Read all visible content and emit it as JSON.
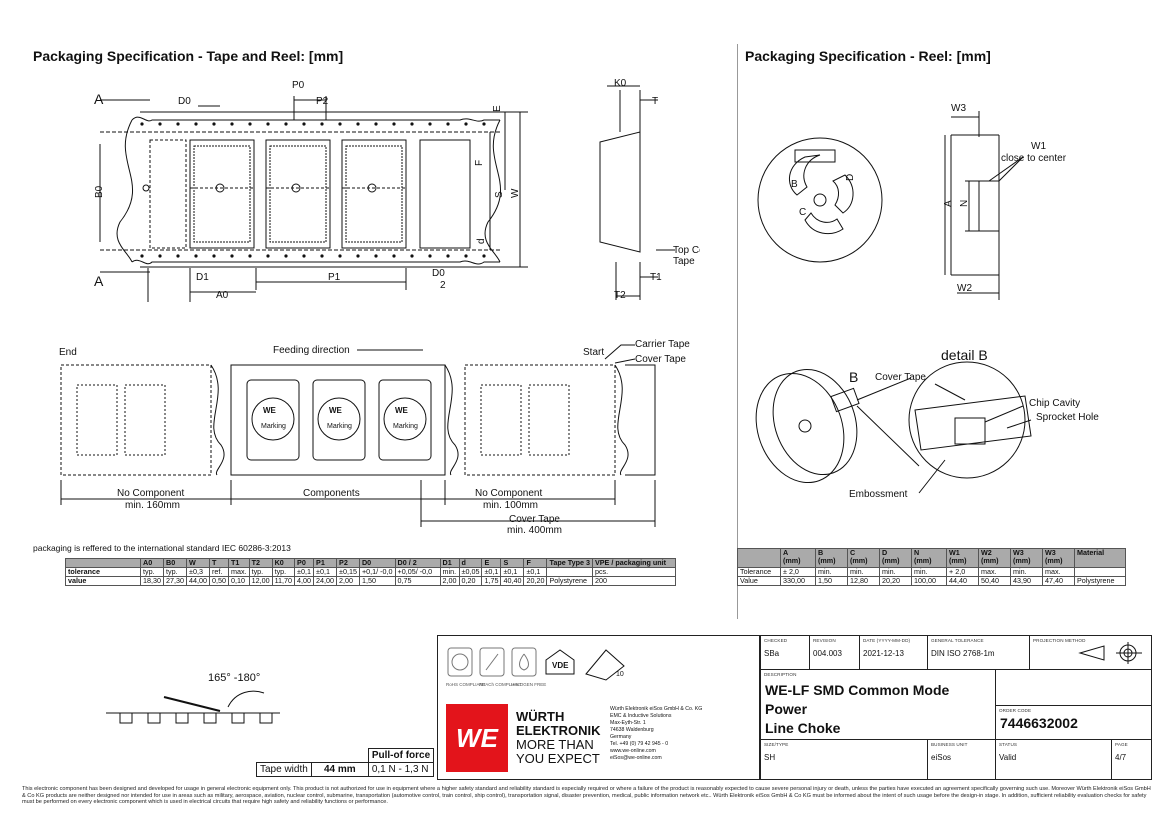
{
  "left_title": "Packaging Specification - Tape and Reel: [mm]",
  "right_title": "Packaging Specification - Reel: [mm]",
  "tape_drawing": {
    "A_top": "A",
    "A_bottom": "A",
    "D0_top": "D0",
    "P0": "P0",
    "P2": "P2",
    "E": "E",
    "F": "F",
    "S": "S",
    "W": "W",
    "d": "d",
    "B0": "B0",
    "D1": "D1",
    "A0": "A0",
    "P1": "P1",
    "D0_bot": "D0",
    "half": "2",
    "K0": "K0",
    "T": "T",
    "T1": "T1",
    "T2": "T2",
    "top_cover_tape_1": "Top Cover",
    "top_cover_tape_2": "Tape"
  },
  "feed_drawing": {
    "end": "End",
    "feeding": "Feeding direction",
    "start": "Start",
    "carrier_tape": "Carrier Tape",
    "cover_tape": "Cover Tape",
    "we_mark": "WE",
    "marking": "Marking",
    "no_component_1": "No Component",
    "min_160": "min. 160mm",
    "components": "Components",
    "no_component_2": "No Component",
    "min_100": "min. 100mm",
    "cover_tape_len": "Cover Tape",
    "min_400": "min. 400mm"
  },
  "spec_note": "packaging is reffered to the international standard IEC 60286-3:2013",
  "spec_table": {
    "headers": [
      "",
      "A0",
      "B0",
      "W",
      "T",
      "T1",
      "T2",
      "K0",
      "P0",
      "P1",
      "P2",
      "D0",
      "D0 / 2",
      "D1",
      "d",
      "E",
      "S",
      "F",
      "Tape Type 3",
      "VPE / packaging unit"
    ],
    "rows": [
      [
        "tolerance",
        "typ.",
        "typ.",
        "±0,3",
        "ref.",
        "max.",
        "typ.",
        "typ.",
        "±0,1",
        "±0,1",
        "±0,15",
        "+0,1/ -0,0",
        "+0,05/ -0,0",
        "min.",
        "±0,05",
        "±0,1",
        "±0,1",
        "±0,1",
        "",
        "pcs."
      ],
      [
        "value",
        "18,30",
        "27,30",
        "44,00",
        "0,50",
        "0,10",
        "12,00",
        "11,70",
        "4,00",
        "24,00",
        "2,00",
        "1,50",
        "0,75",
        "2,00",
        "0,20",
        "1,75",
        "40,40",
        "20,20",
        "Polystyrene",
        "200"
      ]
    ]
  },
  "reel_drawing": {
    "W3": "W3",
    "W1": "W1",
    "close_center": "close to center",
    "A": "A",
    "N": "N",
    "W2": "W2",
    "B": "B",
    "C": "C",
    "D": "D",
    "B_label": "B",
    "detail_b": "detail B",
    "cover_tape": "Cover Tape",
    "chip_cavity": "Chip Cavity",
    "sprocket_hole": "Sprocket Hole",
    "embossment": "Embossment"
  },
  "reel_table": {
    "headers": [
      "",
      "A\n(mm)",
      "B\n(mm)",
      "C\n(mm)",
      "D\n(mm)",
      "N\n(mm)",
      "W1\n(mm)",
      "W2\n(mm)",
      "W3\n(mm)",
      "W3\n(mm)",
      "Material"
    ],
    "rows": [
      [
        "Tolerance",
        "± 2,0",
        "min.",
        "min.",
        "min.",
        "min.",
        "+ 2,0",
        "max.",
        "min.",
        "max.",
        ""
      ],
      [
        "Value",
        "330,00",
        "1,50",
        "12,80",
        "20,20",
        "100,00",
        "44,40",
        "50,40",
        "43,90",
        "47,40",
        "Polystyrene"
      ]
    ]
  },
  "peel": {
    "angle": "165° -180°",
    "pull_force": "Pull-of force",
    "tape_width": "Tape width",
    "width_val": "44 mm",
    "force_val": "0,1 N - 1,3 N"
  },
  "title_block": {
    "checked_lbl": "CHECKED",
    "checked": "SBa",
    "revision_lbl": "REVISION",
    "revision": "004.003",
    "date_lbl": "DATE (YYYY-MM-DD)",
    "date": "2021-12-13",
    "tolerance_lbl": "GENERAL TOLERANCE",
    "tolerance": "DIN ISO 2768-1m",
    "projection_lbl": "PROJECTION METHOD",
    "description_lbl": "DESCRIPTION",
    "description_1": "WE-LF SMD Common Mode Power",
    "description_2": "Line Choke",
    "order_lbl": "ORDER CODE",
    "order": "7446632002",
    "size_lbl": "SIZE/TYPE",
    "size": "SH",
    "bu_lbl": "BUSINESS UNIT",
    "bu": "eiSos",
    "status_lbl": "STATUS",
    "status": "Valid",
    "page_lbl": "PAGE",
    "page": "4/7",
    "rohs": "RoHS COMPLIANT",
    "reach": "REACh COMPLIANT",
    "halogen": "HALOGEN FREE",
    "vde": "VDE",
    "cert_num": "10",
    "brand_1": "WÜRTH",
    "brand_2": "ELEKTRONIK",
    "brand_3": "MORE THAN",
    "brand_4": "YOU EXPECT",
    "address": [
      "Würth Elektronik eiSos GmbH & Co. KG",
      "EMC & Inductive Solutions",
      "Max-Eyth-Str. 1",
      "74638 Waldenburg",
      "Germany",
      "Tel. +49 (0) 79 42 945 - 0",
      "www.we-online.com",
      "eiSos@we-online.com"
    ],
    "logo_mark": "WE"
  },
  "disclaimer": "This electronic component has been designed and developed for usage in general electronic equipment only. This product is not authorized for use in equipment where a higher safety standard and reliability standard is especially required or where a failure of the product is reasonably expected to cause severe personal injury or death, unless the parties have executed an agreement specifically governing such use. Moreover Würth Elektronik eiSos GmbH & Co KG products are neither designed nor intended for use in areas such as military, aerospace, aviation, nuclear control, submarine, transportation (automotive control, train control, ship control), transportation signal, disaster prevention, medical, public information network etc.. Würth Elektronik eiSos GmbH & Co KG must be informed about the intent of such usage before the design-in stage. In addition, sufficient reliability evaluation checks for safety must be performed on every electronic component which is used in electrical circuits that require high safety and reliability functions or performance."
}
